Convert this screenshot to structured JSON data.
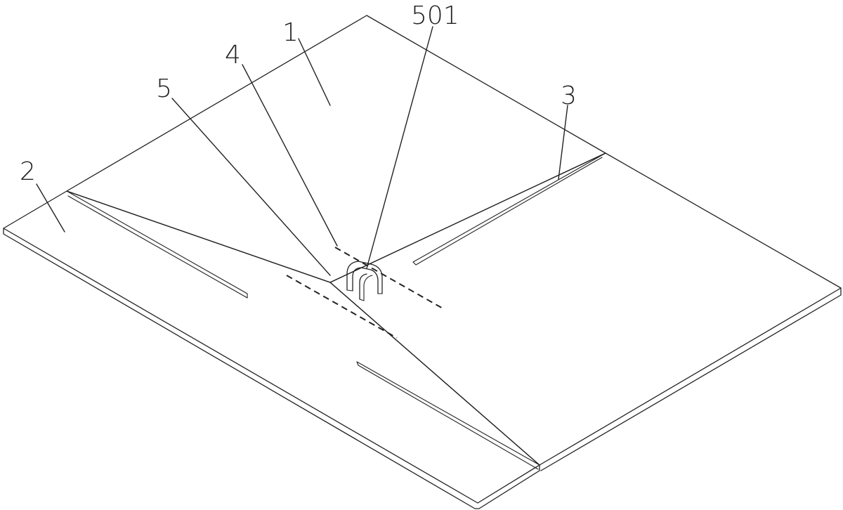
{
  "labels": {
    "part_1": "1",
    "part_2": "2",
    "part_3": "3",
    "part_4": "4",
    "part_5": "5",
    "part_501": "501"
  },
  "colors": {
    "line": "#222222",
    "background": "#ffffff"
  }
}
